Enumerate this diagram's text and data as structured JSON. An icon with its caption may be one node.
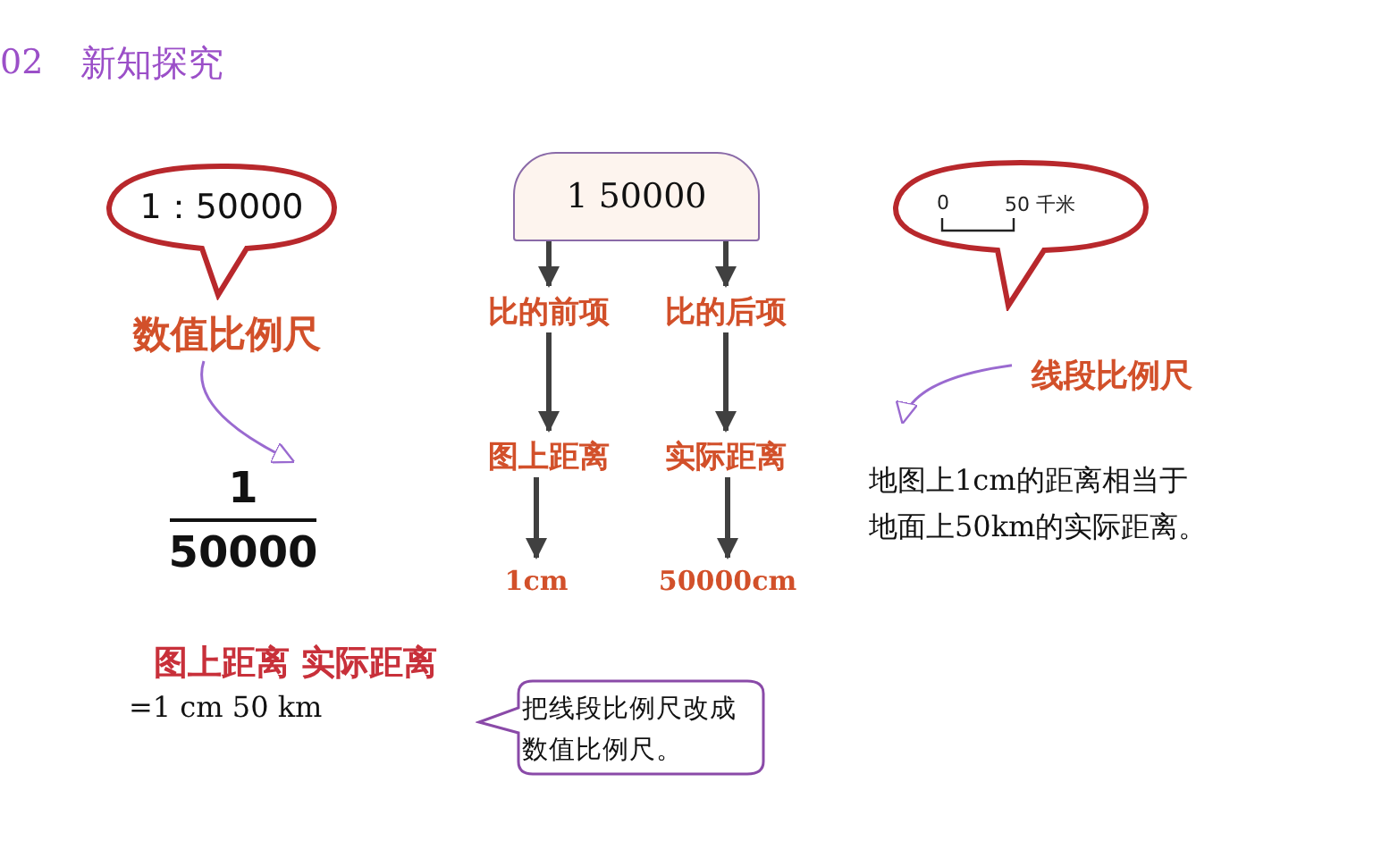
{
  "diagram": {
    "title": "新知探究",
    "nodes": [
      {
        "text": [
          "1：50000"
        ]
      },
      {
        "text": [
          "1 50000"
        ]
      },
      {
        "text": [
          "0",
          "50 千米"
        ]
      },
      {
        "text": [
          "数值比例尺"
        ]
      },
      {
        "text": [
          "比的前项"
        ]
      },
      {
        "text": [
          "比的后项"
        ]
      },
      {
        "text": [
          "线段比例尺"
        ]
      },
      {
        "text": [
          "图上距离"
        ]
      },
      {
        "text": [
          "实际距离"
        ]
      },
      {
        "text": [
          "地图上1cm的距离相当于地面上50km的实际距离。"
        ]
      },
      {
        "text": [
          "1",
          "50000"
        ]
      },
      {
        "text": [
          "1cm"
        ]
      },
      {
        "text": [
          "50000cm"
        ]
      },
      {
        "text": [
          "把线段比例尺改成数值比例尺。"
        ]
      }
    ],
    "edges": [
      {
        "from": 1,
        "to": 4,
        "arrow": "to"
      },
      {
        "from": 1,
        "to": 5,
        "arrow": "to"
      },
      {
        "from": 4,
        "to": 7,
        "arrow": "to"
      },
      {
        "from": 5,
        "to": 8,
        "arrow": "to"
      },
      {
        "from": 7,
        "to": 11,
        "arrow": "to"
      },
      {
        "from": 8,
        "to": 12,
        "arrow": "to"
      },
      {
        "from": 3,
        "to": 10,
        "arrow": "to",
        "color": "#9a6ad0"
      },
      {
        "from": 6,
        "to": 9,
        "arrow": "to",
        "color": "#9a6ad0"
      }
    ],
    "labels": [
      "02",
      "图上距离 实际距离",
      "=1 cm 50 km"
    ]
  }
}
